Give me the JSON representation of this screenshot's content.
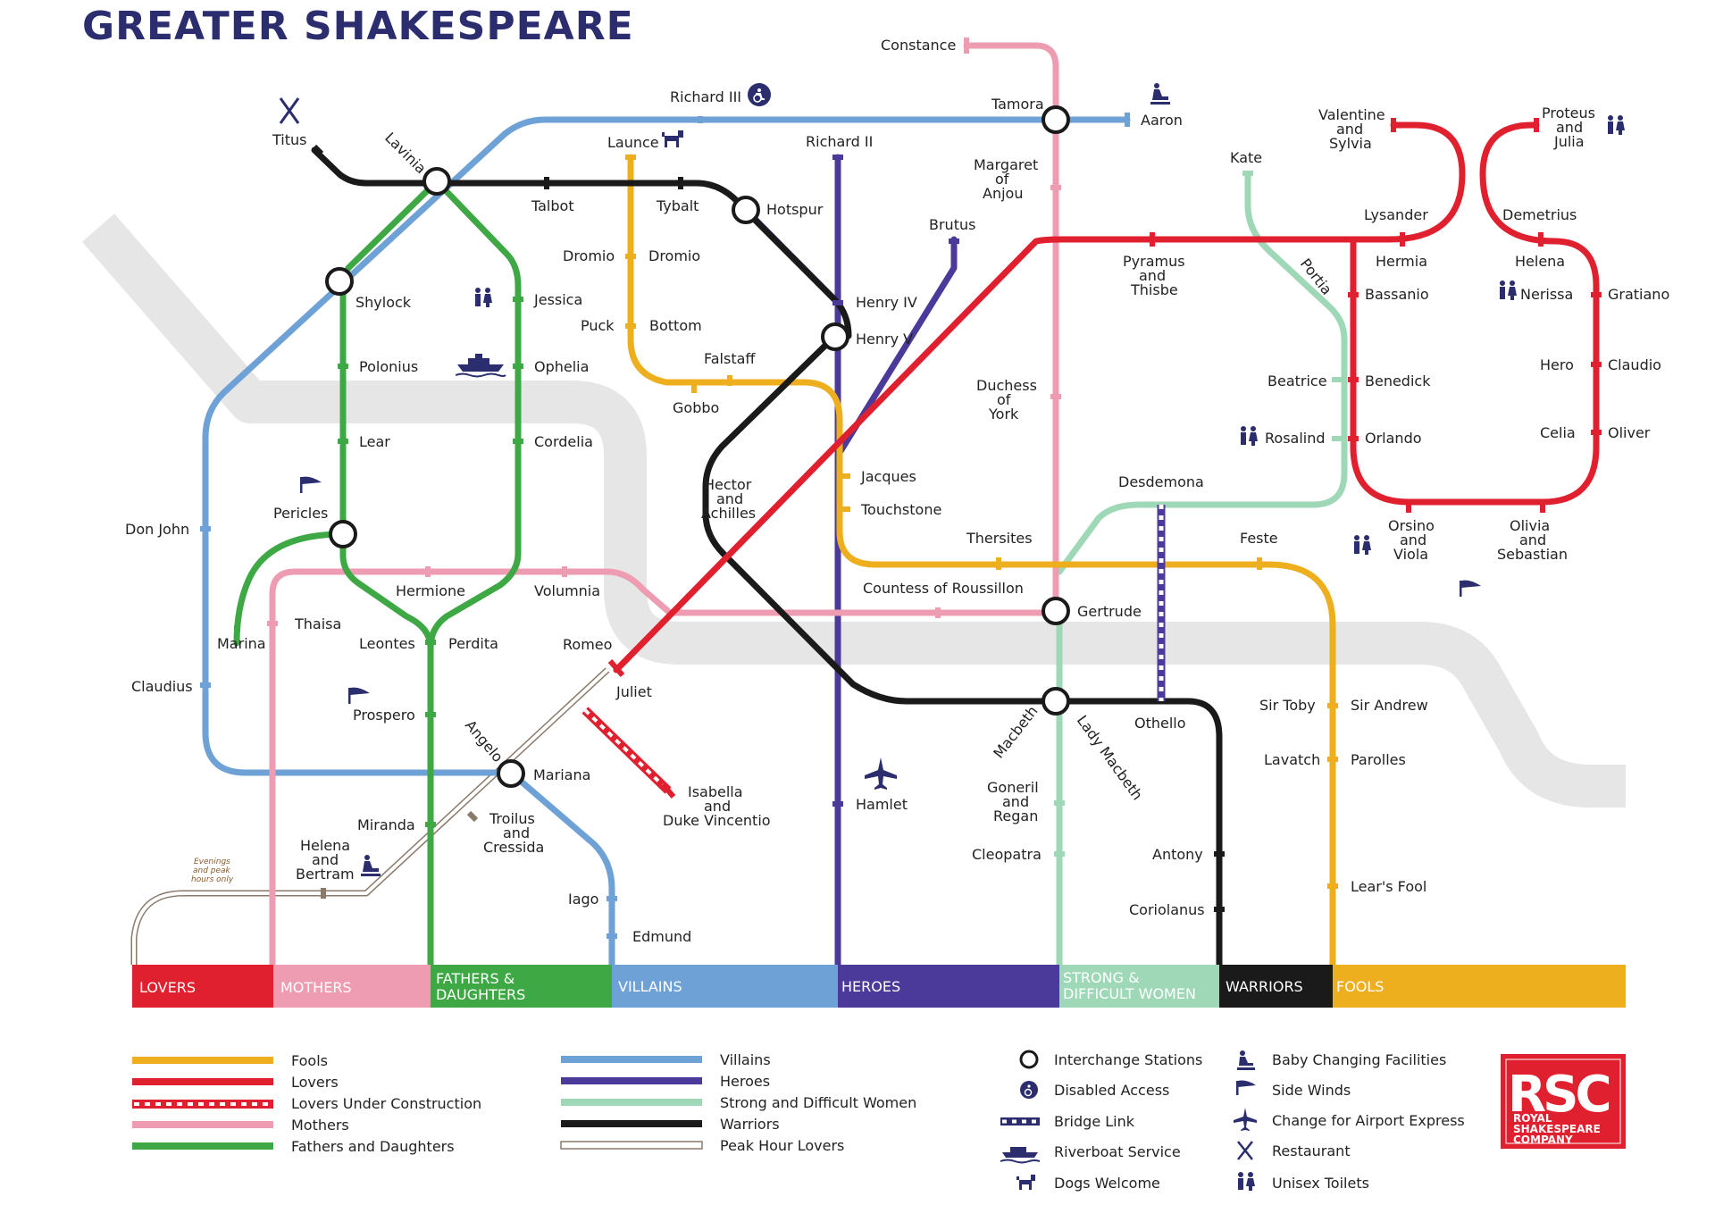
{
  "title": "GREATER SHAKESPEARE",
  "colors": {
    "fools": "#eeaf1e",
    "lovers": "#e0202e",
    "mothers": "#ee9cb2",
    "fathers": "#3ea844",
    "villains": "#6ea1d6",
    "heroes": "#4b3a9a",
    "strong": "#9ed8b6",
    "warriors": "#1a1a1a",
    "river": "#e4e4e4",
    "icon": "#2b2d6e"
  },
  "stations": {
    "constance": "Constance",
    "richard3": "Richard III",
    "tamora": "Tamora",
    "aaron": "Aaron",
    "titus": "Titus",
    "lavinia": "Lavinia",
    "launce": "Launce",
    "richard2": "Richard II",
    "margaret": [
      "Margaret",
      "of",
      "Anjou"
    ],
    "valentine": [
      "Valentine",
      "and",
      "Sylvia"
    ],
    "proteus": [
      "Proteus",
      "and",
      "Julia"
    ],
    "kate": "Kate",
    "talbot": "Talbot",
    "tybalt": "Tybalt",
    "hotspur": "Hotspur",
    "brutus": "Brutus",
    "lysander": "Lysander",
    "demetrius": "Demetrius",
    "dromio1": "Dromio",
    "dromio2": "Dromio",
    "pyramus": [
      "Pyramus",
      "and",
      "Thisbe"
    ],
    "hermia": "Hermia",
    "helena": "Helena",
    "portia": "Portia",
    "shylock": "Shylock",
    "jessica": "Jessica",
    "henry4": "Henry IV",
    "bassanio": "Bassanio",
    "nerissa": "Nerissa",
    "gratiano": "Gratiano",
    "puck": "Puck",
    "bottom": "Bottom",
    "henry5": "Henry V",
    "polonius": "Polonius",
    "ophelia": "Ophelia",
    "falstaff": "Falstaff",
    "hero": "Hero",
    "claudio": "Claudio",
    "duchess": [
      "Duchess",
      "of",
      "York"
    ],
    "beatrice": "Beatrice",
    "benedick": "Benedick",
    "gobbo": "Gobbo",
    "lear": "Lear",
    "cordelia": "Cordelia",
    "celia": "Celia",
    "oliver": "Oliver",
    "rosalind": "Rosalind",
    "orlando": "Orlando",
    "jacques": "Jacques",
    "hector": [
      "Hector",
      "and",
      "Achilles"
    ],
    "desdemona": "Desdemona",
    "touchstone": "Touchstone",
    "pericles": "Pericles",
    "donjohn": "Don John",
    "orsino": [
      "Orsino",
      "and",
      "Viola"
    ],
    "olivia": [
      "Olivia",
      "and",
      "Sebastian"
    ],
    "thersites": "Thersites",
    "feste": "Feste",
    "hermione": "Hermione",
    "volumnia": "Volumnia",
    "countess": "Countess of Roussillon",
    "gertrude": "Gertrude",
    "marina": "Marina",
    "thaisa": "Thaisa",
    "leontes": "Leontes",
    "perdita": "Perdita",
    "romeo": "Romeo",
    "claudius": "Claudius",
    "juliet": "Juliet",
    "sirtoby": "Sir Toby",
    "sirandrew": "Sir Andrew",
    "prospero": "Prospero",
    "othello": "Othello",
    "angelo": "Angelo",
    "macbeth": "Macbeth",
    "ladymacbeth": "Lady Macbeth",
    "lavatch": "Lavatch",
    "parolles": "Parolles",
    "mariana": "Mariana",
    "isabella": [
      "Isabella",
      "and",
      "Duke Vincentio"
    ],
    "goneril": [
      "Goneril",
      "and",
      "Regan"
    ],
    "hamlet": "Hamlet",
    "miranda": "Miranda",
    "troilus": [
      "Troilus",
      "and",
      "Cressida"
    ],
    "helenab": [
      "Helena",
      "and",
      "Bertram"
    ],
    "evenings": [
      "Evenings",
      "and peak",
      "hours only"
    ],
    "antony": "Antony",
    "cleopatra": "Cleopatra",
    "learsfool": "Lear's Fool",
    "iago": "Iago",
    "coriolanus": "Coriolanus",
    "edmund": "Edmund"
  },
  "bands": [
    [
      "LOVERS"
    ],
    [
      "MOTHERS"
    ],
    [
      "FATHERS &",
      "DAUGHTERS"
    ],
    [
      "VILLAINS"
    ],
    [
      "HEROES"
    ],
    [
      "STRONG &",
      "DIFFICULT WOMEN"
    ],
    [
      "WARRIORS"
    ],
    [
      "FOOLS"
    ]
  ],
  "legend": {
    "lines_left": [
      "Fools",
      "Lovers",
      "Lovers Under Construction",
      "Mothers",
      "Fathers and Daughters"
    ],
    "lines_right": [
      "Villains",
      "Heroes",
      "Strong and Difficult Women",
      "Warriors",
      "Peak Hour Lovers"
    ],
    "symbols_left": [
      "Interchange Stations",
      "Disabled Access",
      "Bridge Link",
      "Riverboat Service",
      "Dogs Welcome"
    ],
    "symbols_right": [
      "Baby Changing Facilities",
      "Side Winds",
      "Change for Airport Express",
      "Restaurant",
      "Unisex Toilets"
    ]
  },
  "logo": {
    "mark": "RSC",
    "lines": [
      "ROYAL",
      "SHAKESPEARE",
      "COMPANY"
    ]
  }
}
